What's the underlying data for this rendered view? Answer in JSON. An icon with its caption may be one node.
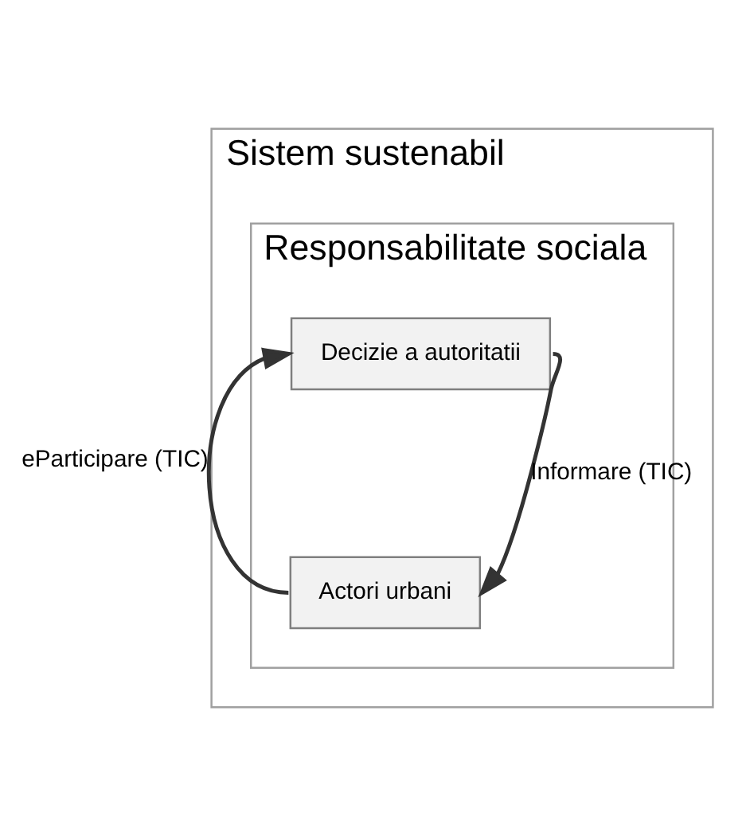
{
  "diagram": {
    "nodes": [
      {
        "text": [
          "Sistem sustenabil"
        ]
      },
      {
        "text": [
          "Responsabilitate sociala"
        ],
        "in": 0
      },
      {
        "text": [
          "Decizie a autoritatii"
        ],
        "in": 1
      },
      {
        "text": [
          "Actori urbani"
        ],
        "in": 1
      }
    ],
    "edges": [
      {
        "from": 2,
        "to": 3,
        "arrow": "to",
        "label": "Informare (TIC)"
      },
      {
        "from": 3,
        "to": 2,
        "arrow": "to",
        "label": "eParticipare (TIC)"
      }
    ]
  }
}
